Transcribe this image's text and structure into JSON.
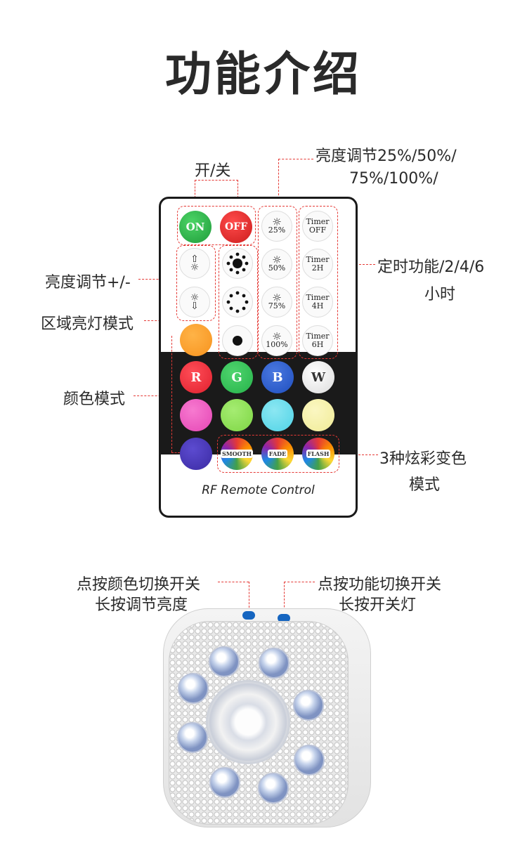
{
  "title": "功能介绍",
  "labels": {
    "onoff": "开/关",
    "brightness_levels_1": "亮度调节25%/50%/",
    "brightness_levels_2": "75%/100%/",
    "brightness_adjust": "亮度调节+/-",
    "zone_light": "区域亮灯模式",
    "color_mode": "颜色模式",
    "timer_1": "定时功能/2/4/6",
    "timer_2": "小时",
    "effects_1": "3种炫彩变色",
    "effects_2": "模式"
  },
  "remote": {
    "on": "ON",
    "off": "OFF",
    "brightness": [
      "25%",
      "50%",
      "75%",
      "100%"
    ],
    "timer_word": "Timer",
    "timers": [
      "OFF",
      "2H",
      "4H",
      "6H"
    ],
    "colors": [
      {
        "label": "R",
        "color": "#e0202e"
      },
      {
        "label": "G",
        "color": "#26b34a"
      },
      {
        "label": "B",
        "color": "#1f4fbf"
      },
      {
        "label": "W",
        "color": "#f5f5f5"
      }
    ],
    "swatches_row2": [
      "#e546b5",
      "#7ed644",
      "#4fd3e6",
      "#f0eb96"
    ],
    "orange": "#f7931e",
    "purple": "#3b2ba3",
    "effects": [
      "SMOOTH",
      "FADE",
      "FLASH"
    ],
    "brand": "RF Remote Control"
  },
  "lamp": {
    "left_1": "点按颜色切换开关",
    "left_2": "长按调节亮度",
    "right_1": "点按功能切换开关",
    "right_2": "长按开关灯"
  }
}
